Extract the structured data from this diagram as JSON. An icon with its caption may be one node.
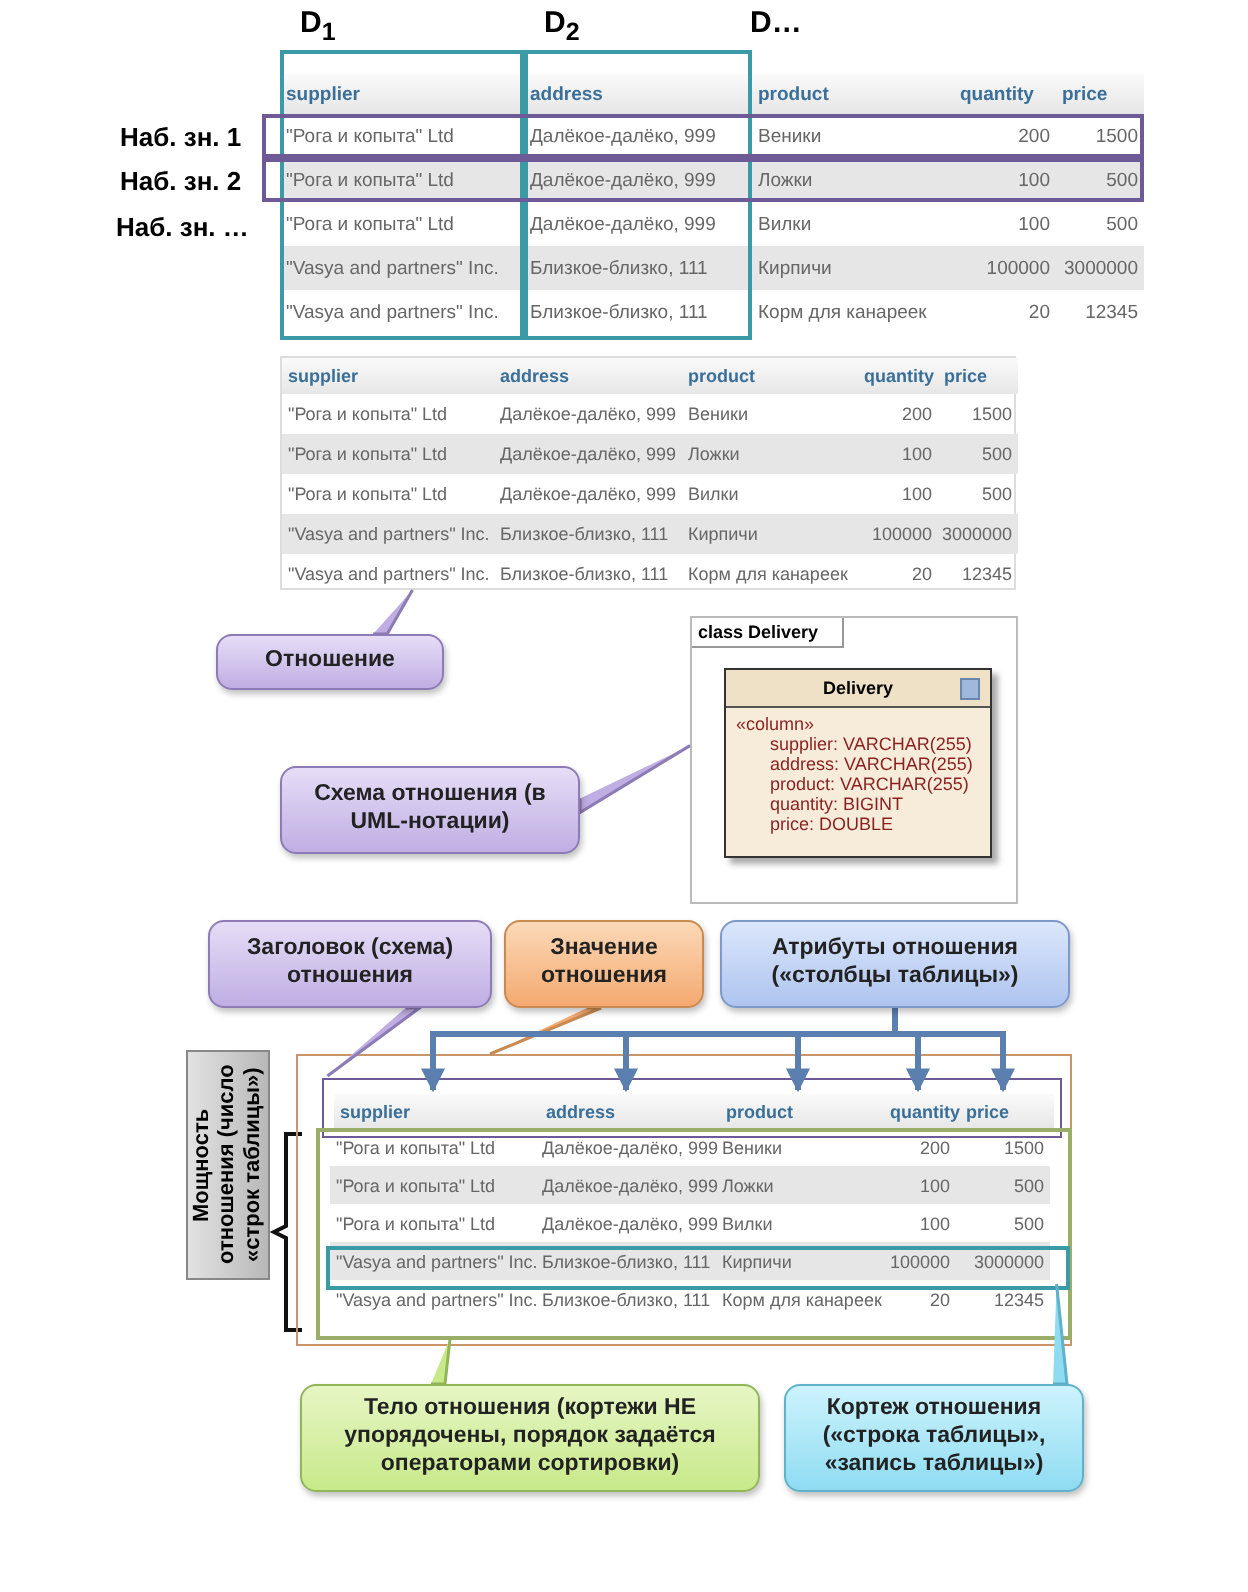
{
  "diagram": {
    "nodes": [
      {
        "text": [
          "D$_{1}$"
        ]
      },
      {
        "text": [
          "D$_{2}$"
        ]
      },
      {
        "text": [
          "Наб. зн. 1"
        ]
      },
      {
        "text": [
          "Наб. зн. 2"
        ]
      },
      {
        "text": [
          "Отношение"
        ]
      },
      {
        "text": [],
        "shape": "box"
      },
      {
        "text": [
          "Схема отношения (в UML-нотации)"
        ]
      },
      {
        "text": [
          "class Delivery"
        ]
      },
      {
        "text": [
          "Delivery",
          "«column»",
          "supplier: VARCHAR(255)",
          "address: VARCHAR(255)",
          "product: VARCHAR(255)",
          "quantity: BIGINT",
          "price: DOUBLE"
        ],
        "in": 7
      },
      {
        "text": [
          "Заголовок (схема) отношения"
        ]
      },
      {
        "text": [
          "Значение отношения"
        ]
      },
      {
        "text": [
          "Атрибуты отношения («столбцы таблицы»)"
        ]
      },
      {
        "text": [],
        "shape": "box"
      },
      {
        "text": [],
        "shape": "box",
        "in": 12
      },
      {
        "text": [
          "supplier"
        ],
        "in": 13
      },
      {
        "text": [
          "address"
        ],
        "in": 13
      },
      {
        "text": [
          "product"
        ],
        "in": 13
      },
      {
        "text": [
          "quantity"
        ],
        "in": 13
      },
      {
        "text": [
          "price"
        ],
        "in": 13
      },
      {
        "text": [],
        "shape": "box",
        "in": 12
      },
      {
        "text": [],
        "shape": "box",
        "in": 19
      },
      {
        "text": [
          "Мощность отношения (число «строк таблицы»)"
        ]
      },
      {
        "text": [
          "Тело отношения (кортежи НЕ упорядочены, порядок задаётся операторами сортировки)"
        ]
      },
      {
        "text": [
          "Кортеж отношения («строка таблицы», «запись таблицы»)"
        ]
      }
    ],
    "edges": [
      {
        "from": 4,
        "to": 5,
        "arrow": "none",
        "color": "#8d7bb5"
      },
      {
        "from": 6,
        "to": 7,
        "arrow": "none",
        "color": "#8d7bb5"
      },
      {
        "from": 9,
        "to": 13,
        "arrow": "none",
        "color": "#8d7bb5"
      },
      {
        "from": 10,
        "to": 12,
        "arrow": "none",
        "color": "#c98a52"
      },
      {
        "from": 11,
        "to": 14,
        "arrow": "to",
        "style": "thick"
      },
      {
        "from": 11,
        "to": 15,
        "arrow": "to",
        "style": "thick"
      },
      {
        "from": 11,
        "to": 16,
        "arrow": "to",
        "style": "thick"
      },
      {
        "from": 11,
        "to": 17,
        "arrow": "to",
        "style": "thick"
      },
      {
        "from": 11,
        "to": 18,
        "arrow": "to",
        "style": "thick"
      },
      {
        "from": 22,
        "to": 19,
        "arrow": "none",
        "color": "#93b55a"
      },
      {
        "from": 23,
        "to": 20,
        "arrow": "none",
        "color": "#5fb2c9"
      }
    ],
    "labels": [
      "D…",
      "Наб. зн. …",
      "supplier",
      "address",
      "product",
      "quantity",
      "price",
      "\"Рога и копыта\" Ltd",
      "Далёкое-далёко, 999",
      "Веники",
      "200",
      "1500",
      "\"Рога и копыта\" Ltd",
      "Далёкое-далёко, 999",
      "Ложки",
      "100",
      "500",
      "\"Рога и копыта\" Ltd",
      "Далёкое-далёко, 999",
      "Вилки",
      "100",
      "500",
      "\"Vasya and partners\" Inc.",
      "Близкое-близко, 111",
      "Кирпичи",
      "100000",
      "3000000",
      "\"Vasya and partners\" Inc.",
      "Близкое-близко, 111",
      "Корм для канареек",
      "20",
      "12345",
      "supplier",
      "address",
      "product",
      "quantity",
      "price",
      "\"Рога и копыта\" Ltd",
      "Далёкое-далёко, 999",
      "Веники",
      "200",
      "1500",
      "\"Рога и копыта\" Ltd",
      "Далёкое-далёко, 999",
      "Ложки",
      "100",
      "500",
      "\"Рога и копыта\" Ltd",
      "Далёкое-далёко, 999",
      "Вилки",
      "100",
      "500",
      "\"Vasya and partners\" Inc.",
      "Близкое-близко, 111",
      "Кирпичи",
      "100000",
      "3000000",
      "\"Vasya and partners\" Inc.",
      "Близкое-близко, 111",
      "Корм для канареек",
      "20",
      "12345",
      "\"Рога и копыта\" Ltd",
      "Далёкое-далёко, 999",
      "Веники",
      "200",
      "1500",
      "\"Рога и копыта\" Ltd",
      "Далёкое-далёко, 999",
      "Ложки",
      "100",
      "500",
      "\"Рога и копыта\" Ltd",
      "Далёкое-далёко, 999",
      "Вилки",
      "100",
      "500",
      "\"Vasya and partners\" Inc.",
      "Близкое-близко, 111",
      "Кирпичи",
      "100000",
      "3000000",
      "\"Vasya and partners\" Inc.",
      "Близкое-близко, 111",
      "Корм для канареек",
      "20",
      "12345"
    ]
  }
}
